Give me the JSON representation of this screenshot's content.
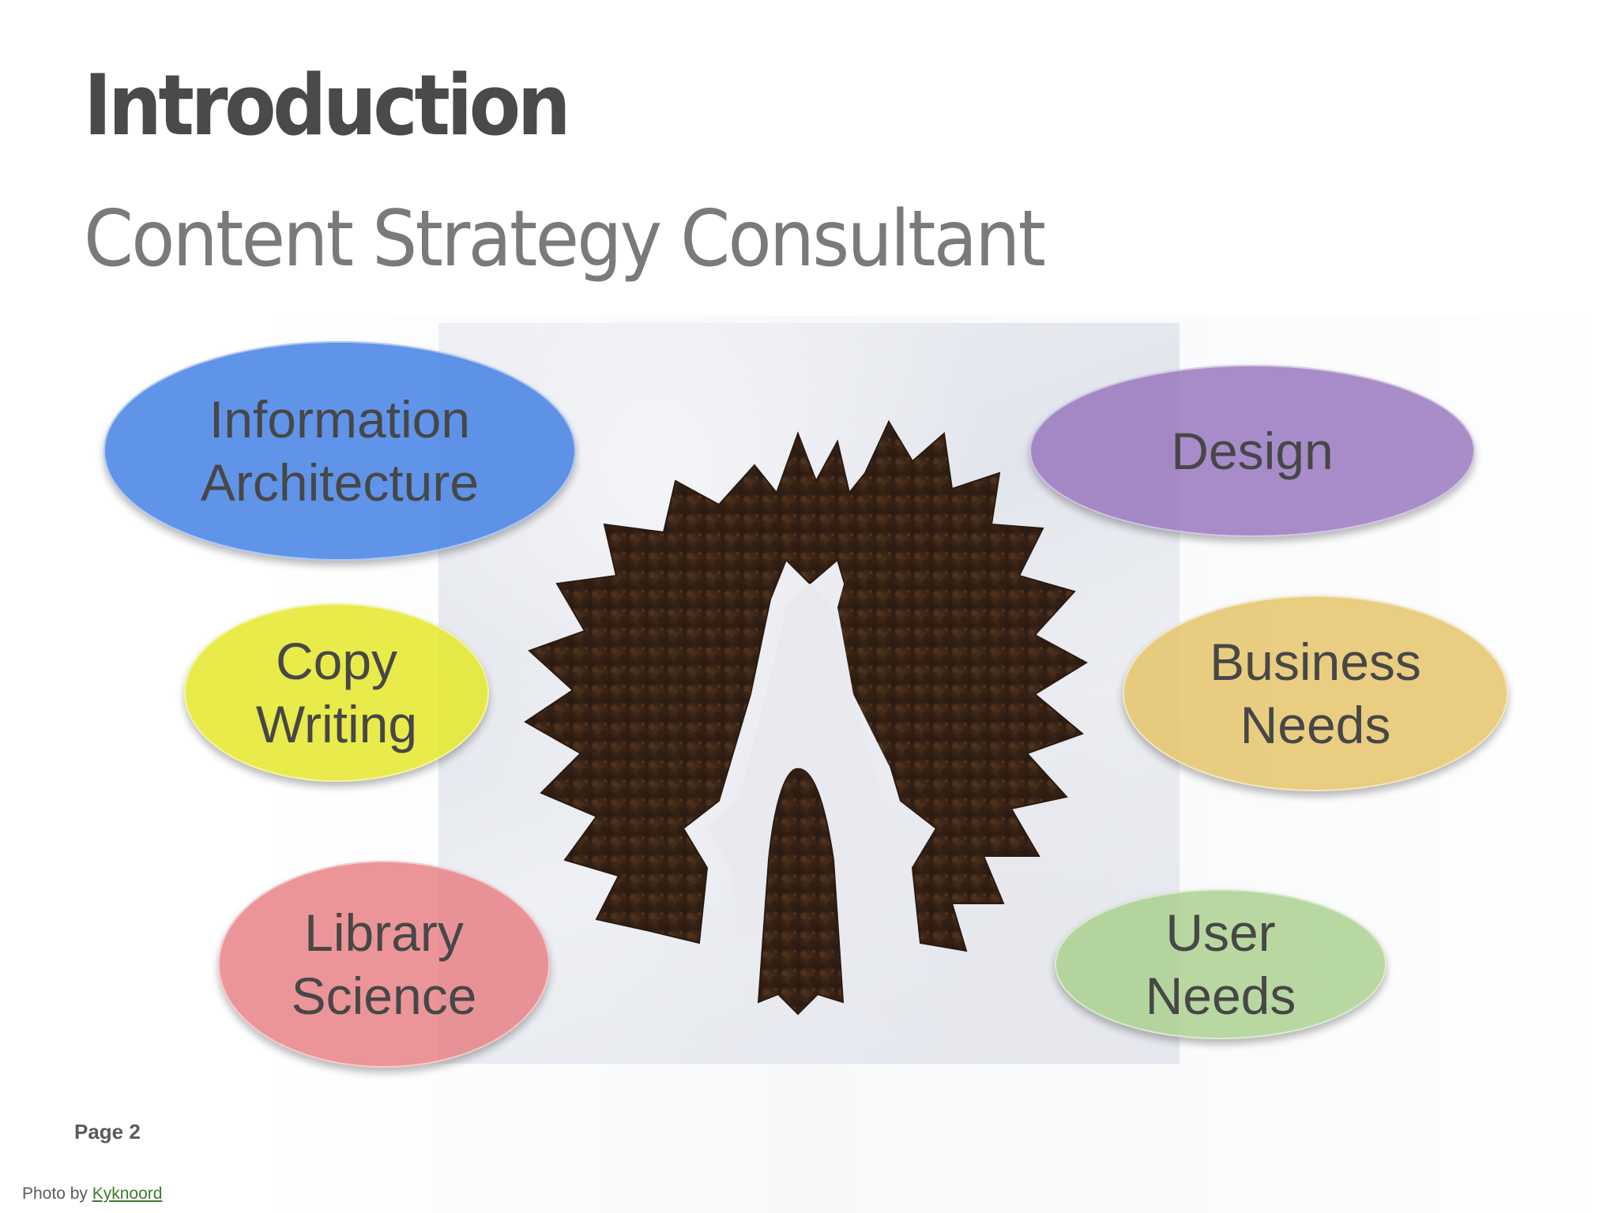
{
  "slide": {
    "title": "Introduction",
    "subtitle": "Content Strategy Consultant",
    "page_label": "Page 2",
    "credit_prefix": "Photo by",
    "credit_author": "Kyknoord"
  },
  "bubbles": {
    "information_architecture": {
      "line1": "Information",
      "line2": "Architecture",
      "color": "#4682e4"
    },
    "copy_writing": {
      "line1": "Copy",
      "line2": "Writing",
      "color": "#e5e830"
    },
    "library_science": {
      "line1": "Library",
      "line2": "Science",
      "color": "#e67a80"
    },
    "design": {
      "line1": "Design",
      "color": "#9470bc"
    },
    "business_needs": {
      "line1": "Business",
      "line2": "Needs",
      "color": "#e4c264"
    },
    "user_needs": {
      "line1": "User",
      "line2": "Needs",
      "color": "#a8ce8a"
    }
  },
  "photo": {
    "subject": "rusted-metal-sun-figure"
  }
}
